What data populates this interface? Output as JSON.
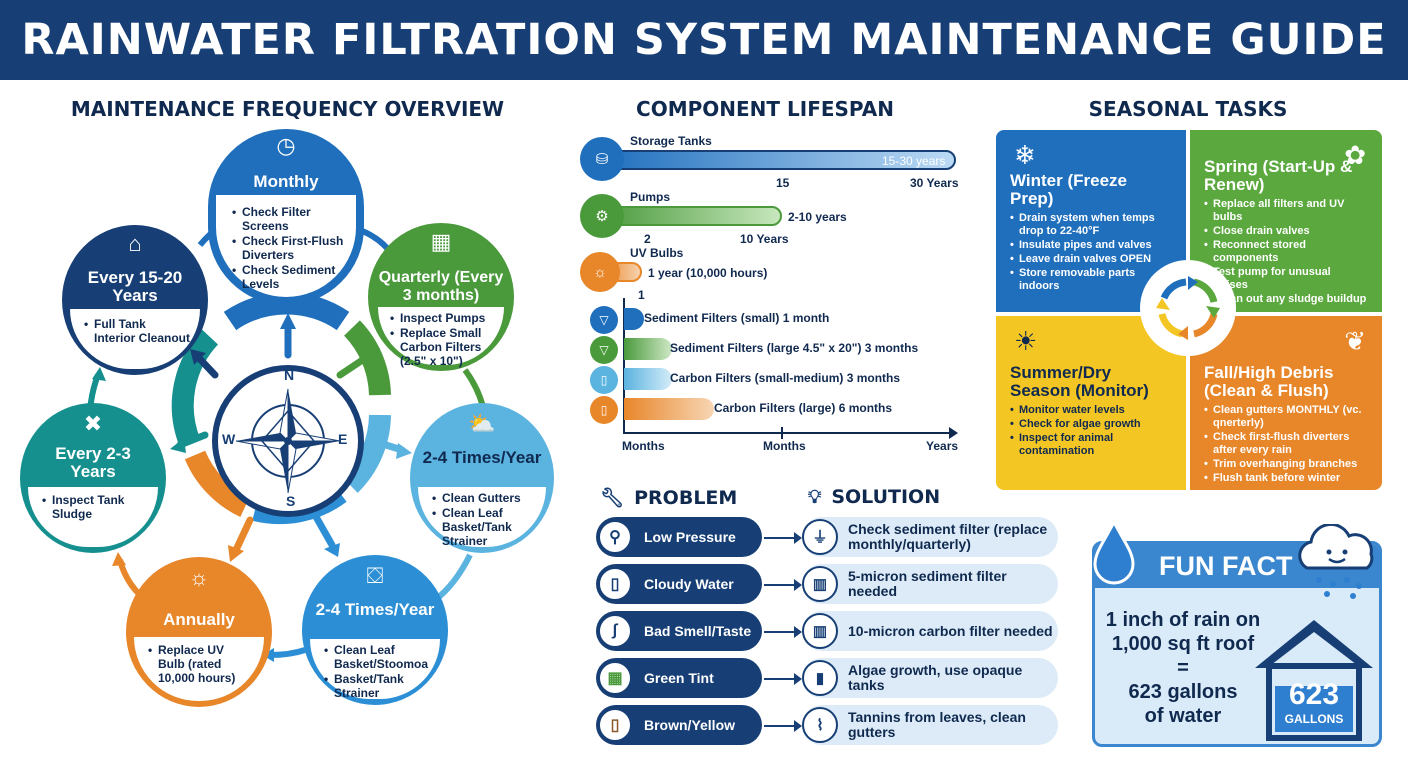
{
  "header": {
    "title": "RAINWATER FILTRATION SYSTEM MAINTENANCE GUIDE"
  },
  "frequency": {
    "title": "MAINTENANCE FREQUENCY OVERVIEW",
    "compass": {
      "n": "N",
      "s": "S",
      "e": "E",
      "w": "W"
    },
    "nodes": [
      {
        "title": "Monthly",
        "items": [
          "Check Filter Screens",
          "Check First-Flush Diverters",
          "Check Sediment Levels"
        ],
        "color": "#1f6fbd",
        "icon": "clock-icon"
      },
      {
        "title": "Quarterly (Every 3 months)",
        "items": [
          "Inspect Pumps",
          "Replace Small Carbon Filters (2.5\" x 10\")"
        ],
        "color": "#4a9a3c",
        "icon": "calendar-icon"
      },
      {
        "title": "2-4 Times/Year",
        "items": [
          "Clean Gutters",
          "Clean Leaf Basket/Tank Strainer"
        ],
        "color": "#5bb3e0",
        "icon": "cloud-sun-icon"
      },
      {
        "title": "2-4 Times/Year",
        "items": [
          "Clean Leaf Basket/Stoomoa",
          "Basket/Tank Strainer"
        ],
        "color": "#2c8fd6",
        "icon": "basket-icon"
      },
      {
        "title": "Annually",
        "items": [
          "Replace UV Bulb (rated 10,000 hours)"
        ],
        "color": "#e8862a",
        "icon": "uv-bulb-icon"
      },
      {
        "title": "Every 2-3 Years",
        "items": [
          "Inspect Tank Sludge"
        ],
        "color": "#16908e",
        "icon": "tools-icon"
      },
      {
        "title": "Every 15-20 Years",
        "items": [
          "Full Tank Interior Cleanout"
        ],
        "color": "#173f75",
        "icon": "house-icon"
      }
    ]
  },
  "lifespan": {
    "title": "COMPONENT LIFESPAN",
    "axis": {
      "left": "Months",
      "mid": "Months",
      "right": "Years"
    },
    "storage": {
      "label": "Storage Tanks",
      "value": "15-30 years",
      "tick1": "15",
      "tick2": "30 Years",
      "color": "#1f6fbd",
      "icon": "tank-icon"
    },
    "pumps": {
      "label": "Pumps",
      "value": "2-10 years",
      "tick1": "2",
      "tick2": "10 Years",
      "color": "#4a9a3c",
      "icon": "pump-icon"
    },
    "uv": {
      "label": "UV Bulbs",
      "value": "1 year (10,000 hours)",
      "tick1": "1",
      "color": "#e8862a",
      "icon": "uv-bulb-icon"
    },
    "filters": [
      {
        "label": "Sediment Filters (small)",
        "value": "1 month",
        "color": "#1f6fbd",
        "months": 1
      },
      {
        "label": "Sediment Filters (large 4.5\" x 20\")",
        "value": "3 months",
        "color": "#4a9a3c",
        "months": 3
      },
      {
        "label": "Carbon Filters (small-medium)",
        "value": "3 months",
        "color": "#5bb3e0",
        "months": 3
      },
      {
        "label": "Carbon Filters (large)",
        "value": "6 months",
        "color": "#e8862a",
        "months": 6
      }
    ]
  },
  "seasonal": {
    "title": "SEASONAL TASKS",
    "winter": {
      "title": "Winter (Freeze Prep)",
      "items": [
        "Drain system when temps drop to 22-40°F",
        "Insulate pipes and valves",
        "Leave drain valves OPEN",
        "Store removable parts indoors"
      ],
      "color": "#1f6fbd",
      "icon": "snowflake-icon"
    },
    "spring": {
      "title": "Spring (Start-Up & Renew)",
      "items": [
        "Replace all filters and UV bulbs",
        "Close drain valves",
        "Reconnect stored components",
        "Test pump for unusual noises",
        "Clean out any sludge buildup"
      ],
      "color": "#5aa83e",
      "icon": "flower-icon"
    },
    "summer": {
      "title": "Summer/Dry Season (Monitor)",
      "items": [
        "Monitor water levels",
        "Check for algae growth",
        "Inspect for animal contamination"
      ],
      "color": "#f3c623",
      "icon": "sun-icon"
    },
    "fall": {
      "title": "Fall/High Debris (Clean & Flush)",
      "items": [
        "Clean gutters MONTHLY (vc. qnerterly)",
        "Check first-flush diverters after every rain",
        "Trim overhanging branches",
        "Flush tank before winter"
      ],
      "color": "#e8862a",
      "icon": "leaves-icon"
    }
  },
  "troubleshooting": {
    "problem_header": "PROBLEM",
    "solution_header": "SOLUTION",
    "rows": [
      {
        "problem": "Low Pressure",
        "solution": "Check sediment filter (replace monthly/quarterly)",
        "problem_icon": "faucet-icon",
        "solution_icon": "filter-icon"
      },
      {
        "problem": "Cloudy Water",
        "solution": "5-micron sediment filter needed",
        "problem_icon": "glass-icon",
        "solution_icon": "filter-icon"
      },
      {
        "problem": "Bad Smell/Taste",
        "solution": "10-micron carbon filter needed",
        "problem_icon": "nose-icon",
        "solution_icon": "filter-icon"
      },
      {
        "problem": "Green Tint",
        "solution": "Algae growth, use opaque tanks",
        "problem_icon": "algae-icon",
        "solution_icon": "tank-icon"
      },
      {
        "problem": "Brown/Yellow",
        "solution": "Tannins from leaves, clean gutters",
        "problem_icon": "glass-icon",
        "solution_icon": "gutter-brush-icon"
      }
    ]
  },
  "fun_fact": {
    "title": "FUN FACT",
    "line1": "1 inch of rain on",
    "line2": "1,000 sq ft roof",
    "line3": "=",
    "line4": "623 gallons",
    "line5": "of water",
    "house_value": "623",
    "house_unit": "GALLONS"
  }
}
